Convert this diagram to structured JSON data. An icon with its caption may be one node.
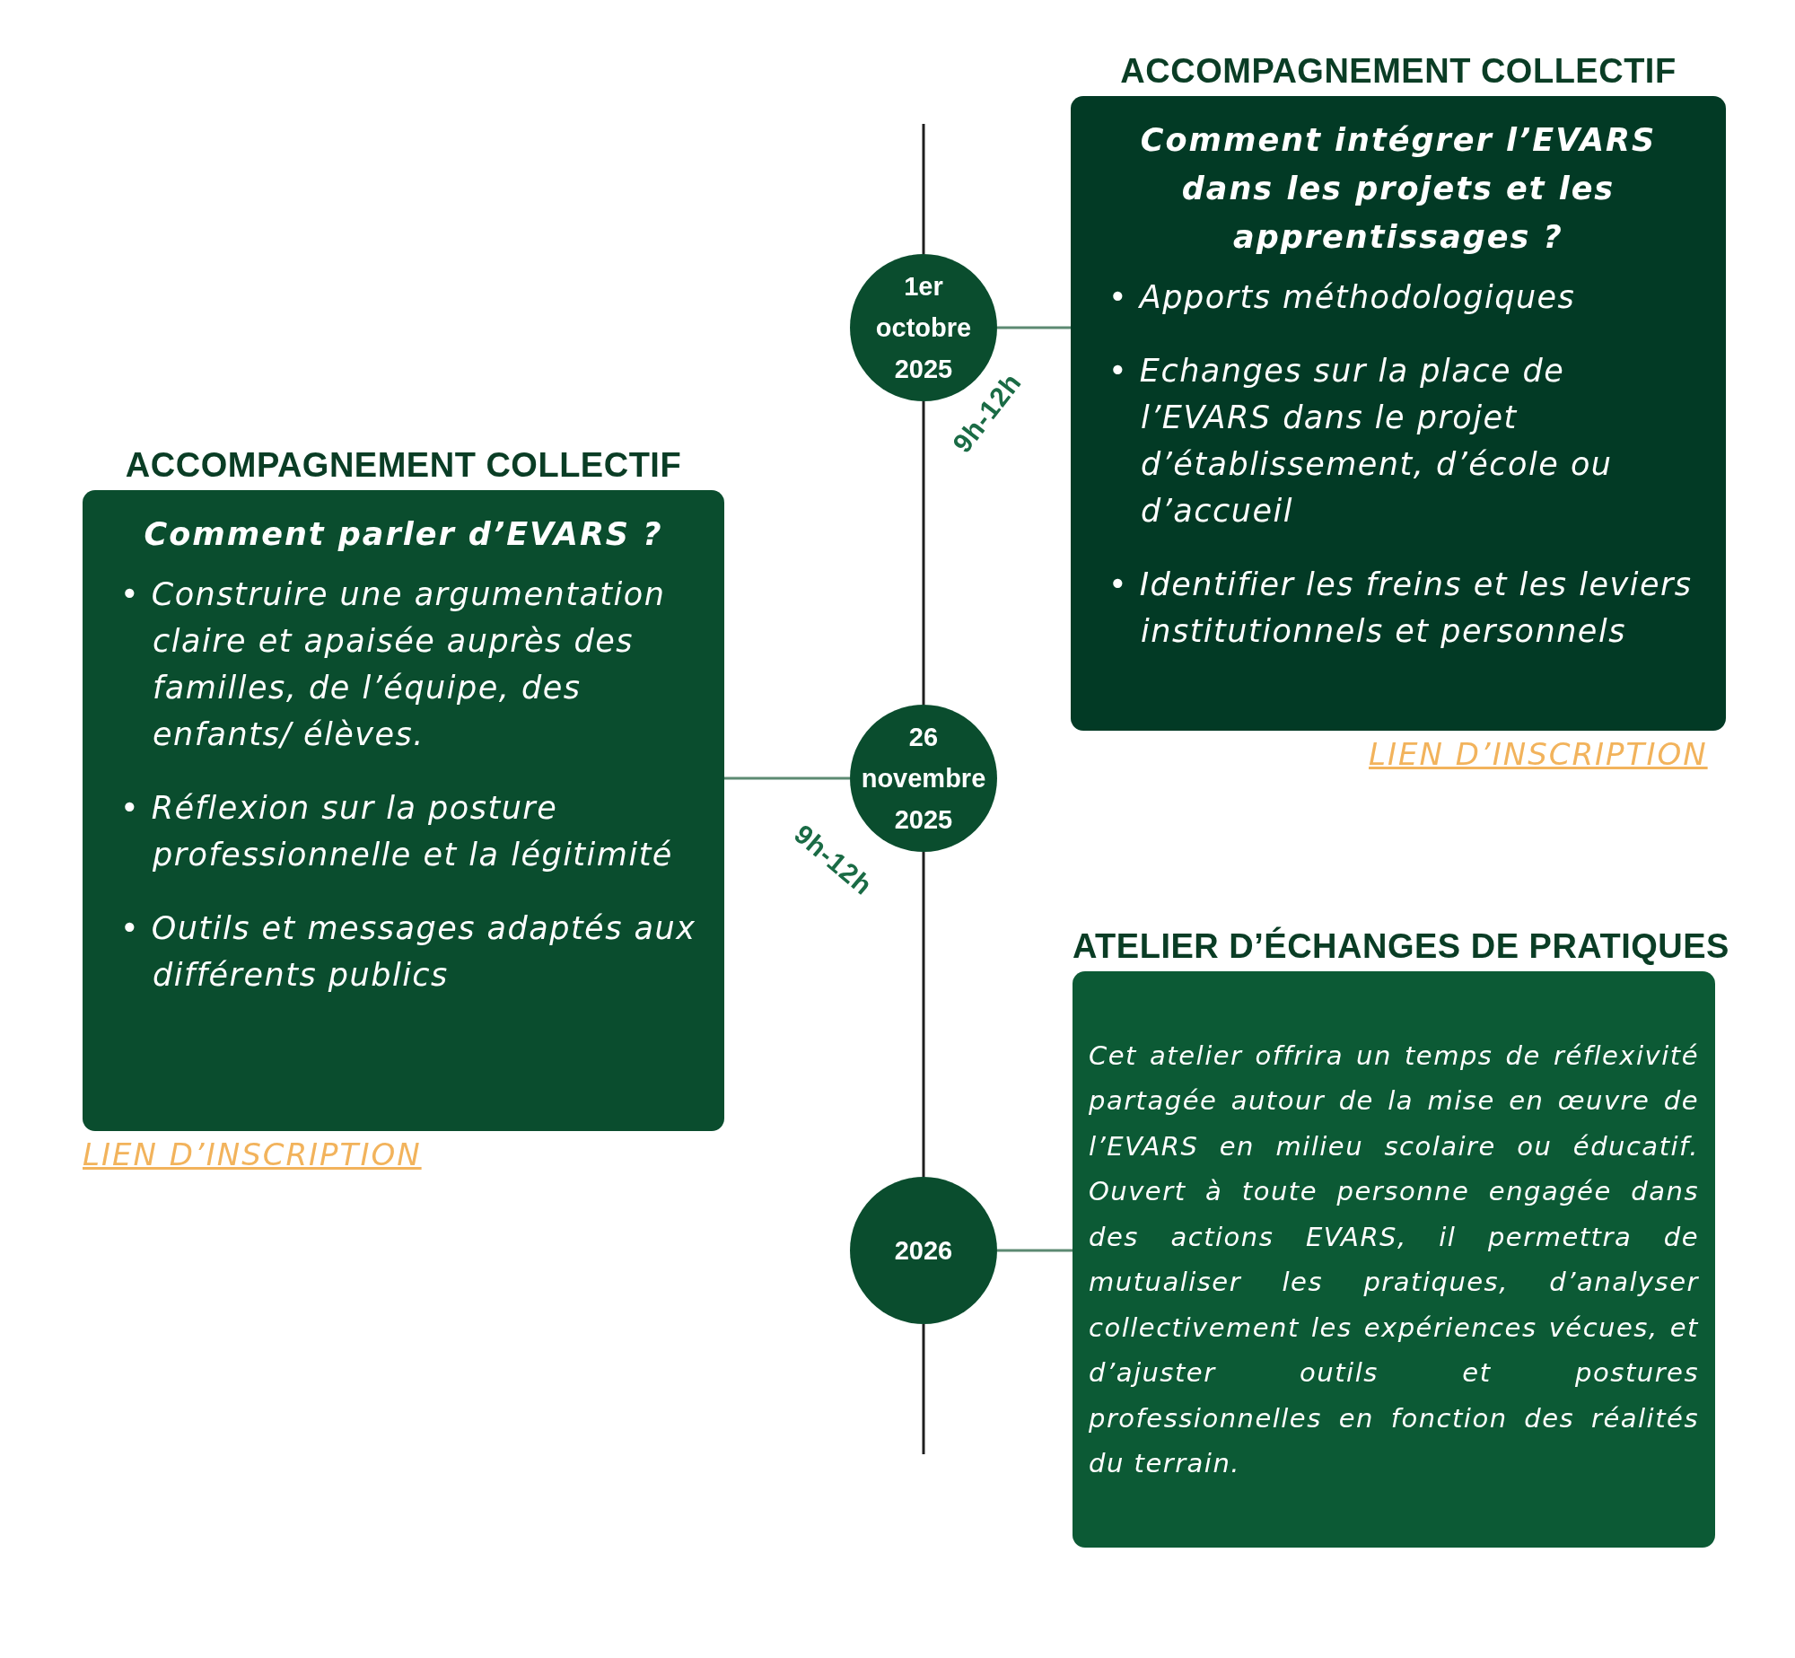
{
  "diagram": {
    "nodes": [
      {
        "text": [
          "1er octobre 2025"
        ],
        "beside": [
          "9h-12h"
        ]
      },
      {
        "text": [
          "ACCOMPAGNEMENT COLLECTIF",
          "Comment intégrer l’EVARS dans les projets et les apprentissages ?",
          "• Apports méthodologiques",
          "• Echanges sur la place de l’EVARS dans le projet d’établissement, d’école ou d’accueil",
          "• Identifier les freins et les leviers institutionnels et personnels"
        ],
        "beside": [
          "LIEN D’INSCRIPTION"
        ]
      },
      {
        "text": [
          "ACCOMPAGNEMENT COLLECTIF",
          "Comment parler d’EVARS ?",
          "• Construire une argumentation claire et apaisée auprès des familles, de l’équipe, des enfants/ élèves.",
          "• Réflexion sur la posture professionnelle et la légitimité",
          "• Outils et messages adaptés aux différents publics"
        ],
        "beside": [
          "LIEN D’INSCRIPTION"
        ]
      },
      {
        "text": [
          "26 novembre 2025"
        ],
        "beside": [
          "9h-12h"
        ]
      },
      {
        "text": [
          "ATELIER D’ÉCHANGES DE PRATIQUES",
          "Cet atelier offrira un temps de réflexivité partagée autour de la mise en œuvre de l’EVARS en milieu scolaire ou éducatif. Ouvert à toute personne engagée dans des actions EVARS, il permettra de mutualiser les pratiques, d’analyser collectivement les expériences vécues, et d’ajuster outils et postures professionnelles en fonction des réalités du terrain."
        ]
      },
      {
        "text": [
          "2026"
        ]
      }
    ],
    "edges": [
      {
        "from": 0,
        "to": 1,
        "arrow": "none"
      },
      {
        "from": 3,
        "to": 2,
        "arrow": "none"
      },
      {
        "from": 5,
        "to": 4,
        "arrow": "none"
      },
      {
        "from": 0,
        "to": 3,
        "arrow": "none",
        "color": "#1f1f1f"
      },
      {
        "from": 3,
        "to": 5,
        "arrow": "none",
        "color": "#1f1f1f"
      }
    ]
  }
}
